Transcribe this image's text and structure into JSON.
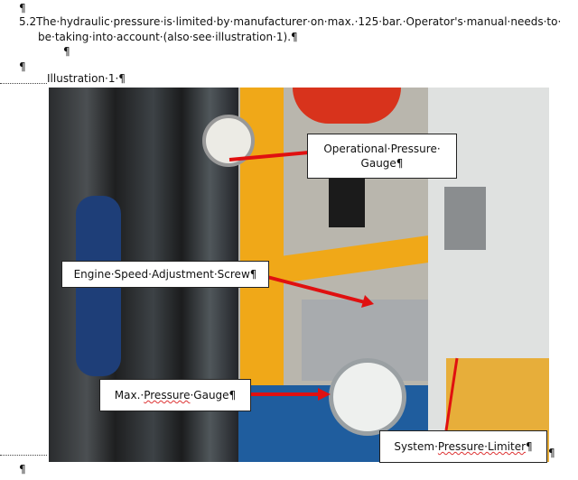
{
  "pilcrow": "¶",
  "section": {
    "number": "5.2",
    "line1": "The·hydraulic·pressure·is·limited·by·manufacturer·on·max.·125·bar.·Operator's·manual·needs·to·",
    "line2": "be·taking·into·account·(also·see·illustration·1).¶"
  },
  "caption": "Illustration·1·¶",
  "labels": {
    "operational_line1": "Operational·Pressure·",
    "operational_line2": "Gauge¶",
    "engine": "Engine·Speed·Adjustment·Screw¶",
    "max_prefix": "Max.·",
    "max_sq": "Pressure",
    "max_suffix": "·Gauge¶",
    "system_prefix": "System·",
    "system_sq": "Pressure·Limiter",
    "system_suffix": "¶"
  },
  "colors": {
    "arrow": "#e01010",
    "frame": "#f0a818"
  }
}
